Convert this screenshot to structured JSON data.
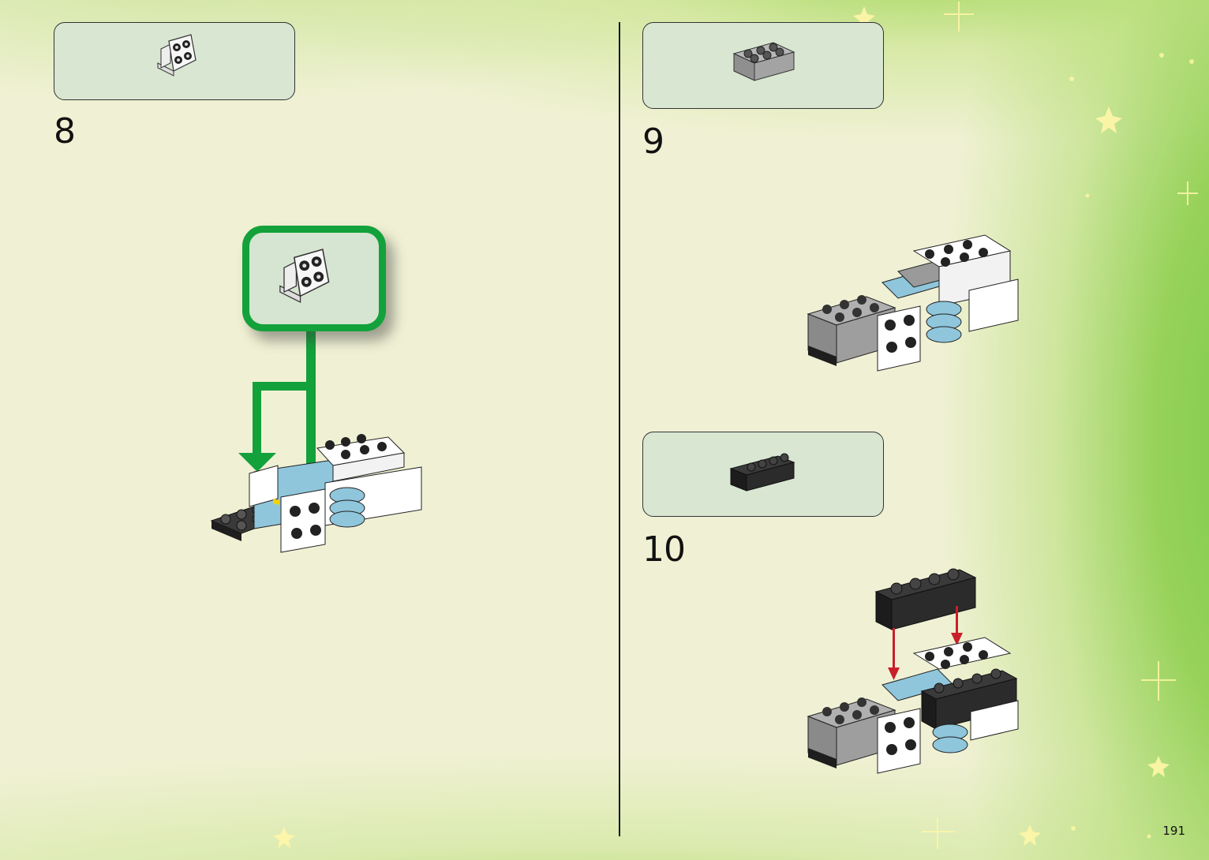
{
  "steps": [
    {
      "number": "8",
      "parts": [
        "bracket-1x2-2x2-white"
      ]
    },
    {
      "number": "9",
      "parts": [
        "brick-2x3-gray"
      ]
    },
    {
      "number": "10",
      "parts": [
        "brick-1x4-black"
      ]
    }
  ],
  "page_number": "191",
  "colors": {
    "arrow_green": "#13a13b",
    "arrow_red": "#c8202a",
    "parts_box_fill": "#d8e6d2",
    "light_blue": "#8fc6dc",
    "gray_brick": "#a9a9a9",
    "black_brick": "#2b2b2b"
  },
  "icons": [
    "sparkle-star-icon"
  ]
}
